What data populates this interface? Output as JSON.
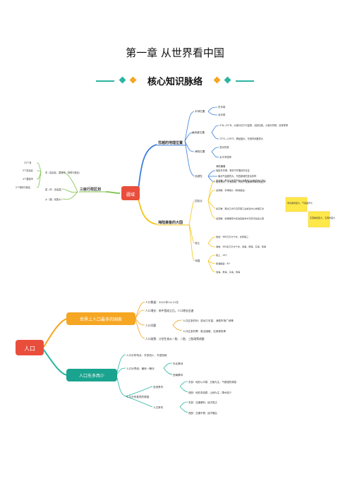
{
  "page": {
    "title": "第一章  从世界看中国",
    "subtitle": "核心知识脉络"
  },
  "colors": {
    "teal": "#2bb5a0",
    "orange": "#f5a623",
    "red_center": "#e94e3c",
    "teal_center": "#1aa38f"
  },
  "map1": {
    "center": "疆域",
    "left_branch": "三级行政区划",
    "left_items": [
      "省（自治区、直辖市、特别行政区）",
      "县（市、自治县）",
      "乡（镇、民族乡）"
    ],
    "left_counts": [
      "23个省",
      "5个自治区",
      "4个直辖市",
      "2个特别行政区"
    ],
    "upper_branch": "优越的地理位置",
    "upper_groups": [
      "半球位置",
      "经纬度位置",
      "海陆位置",
      "优越性"
    ],
    "upper_details": [
      "东半球",
      "北半球",
      "4°N—53°N，大部分位于中温带，北回归线，小部分热带，没有寒带",
      "73°E—135°E，跨经度大，东西时间差异大",
      "亚洲东部",
      "太平洋西岸",
      "海陆兼备",
      "纬度适中",
      "地处东半球，有利于开展对外交往",
      "南北气温差异大，东西部地形复杂多样",
      "既有海洋，又有陆地，有利于发展海洋和陆地经济"
    ],
    "lower_branch": "海陆兼备的大国",
    "lower_groups": [
      "四至点",
      "领土",
      "邻国"
    ],
    "lower_details": [
      "最北端：黑龙江省漠河市以北黑龙江主航道中心线上",
      "最南端：曾母暗沙（南海诸岛）",
      "最东端：黑龙江省与乌苏里江主航道中心线相汇处",
      "最西端：新疆维吾尔自治区帕米尔高原乌恰县以西",
      "陆地：960万平方千米，世界第三",
      "海域：300多万平方千米，渤海、黄海、东海、南海",
      "陆上：14个",
      "隔海相望：6个",
      "渤海、黄海、东海、南海"
    ],
    "side_notes": [
      "南北跨纬度大，气候差异大",
      "东西跨经度大，东西时差大"
    ]
  },
  "map2": {
    "center": "人口",
    "upper_branch": "世界上人口最多的国家",
    "upper_items": [
      "人口数量：2021年14.12亿",
      "人口增长：新中国成立后，人口增长迅速",
      "人口问题",
      "人口政策：计划生育从一胎、二胎、三胎政策调整"
    ],
    "problem_details": [
      "人口过多的利：劳动力丰富，消费市场广阔等",
      "人口过多的弊：就业困难、住房紧张等"
    ],
    "lower_branch": "人口东多西少",
    "lower_items": [
      "人口分布特点：东多西少，东密西疏",
      "人口分界线：瑷珲－腾冲",
      "人口分布差异的原因"
    ],
    "line_details": [
      "东北黑河",
      "西南腾冲"
    ],
    "reason_groups": [
      "自然条件",
      "人文条件"
    ],
    "reason_details": [
      "东部：地形以平原、丘陵为主，气候湿热润湿",
      "西部：地形多高原，山地为主，降水较少",
      "东部：交通便利，经济发达",
      "西部：交通不便，经济落后"
    ]
  }
}
